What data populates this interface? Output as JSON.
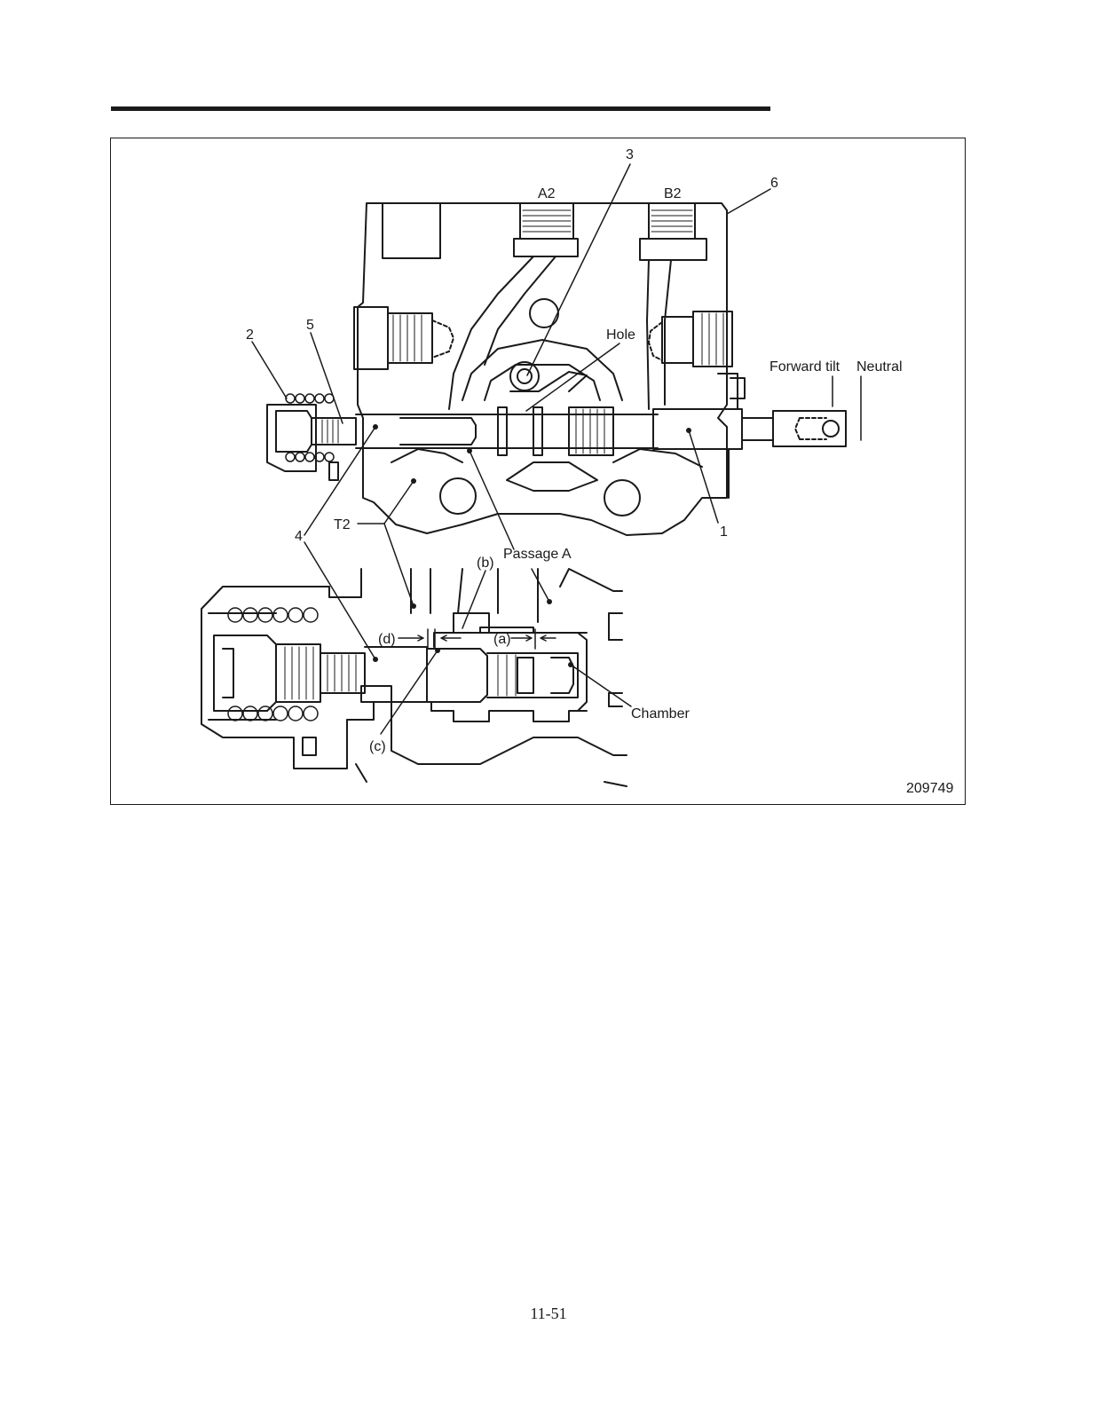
{
  "figure": {
    "callouts": {
      "n1": "1",
      "n2": "2",
      "n3": "3",
      "n4": "4",
      "n5": "5",
      "n6": "6",
      "a2": "A2",
      "b2": "B2",
      "hole": "Hole",
      "forward_tilt": "Forward tilt",
      "neutral": "Neutral",
      "t2": "T2",
      "passage_a": "Passage A",
      "b": "(b)",
      "d": "(d)",
      "a": "(a)",
      "c": "(c)",
      "chamber": "Chamber"
    },
    "figure_number": "209749"
  },
  "page": {
    "number": "11-51"
  }
}
